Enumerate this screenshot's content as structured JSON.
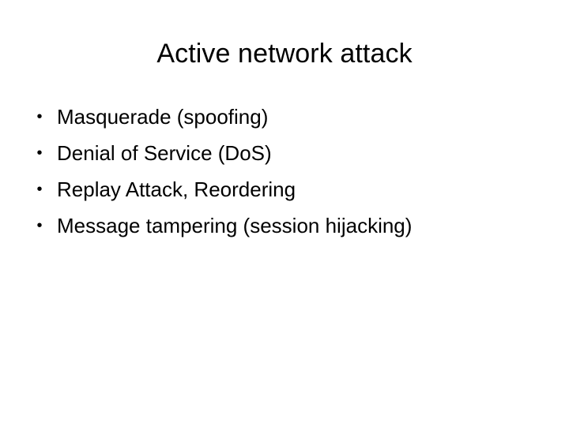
{
  "slide": {
    "title": "Active network attack",
    "background_color": "#ffffff",
    "text_color": "#000000",
    "bullet_glyph": "•",
    "bullets": [
      {
        "text": "Masquerade (spoofing)"
      },
      {
        "text": "Denial of Service (DoS)"
      },
      {
        "text": "Replay Attack, Reordering"
      },
      {
        "text": "Message tampering (session hijacking)"
      }
    ]
  }
}
